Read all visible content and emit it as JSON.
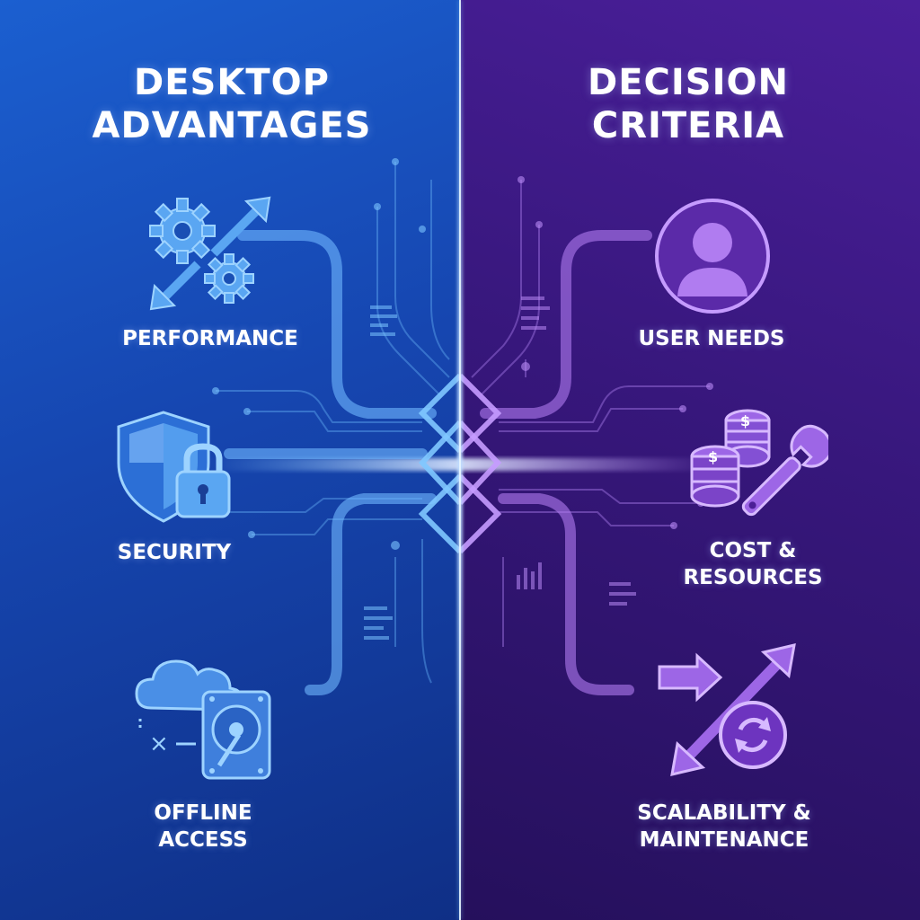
{
  "colors": {
    "left_accent": "#6fb8ff",
    "right_accent": "#b07cf0",
    "left_bg": "#1646b0",
    "right_bg": "#37177c"
  },
  "left": {
    "heading_line1": "DESKTOP",
    "heading_line2": "ADVANTAGES",
    "items": [
      {
        "label": "PERFORMANCE",
        "icon": "gears-arrows-icon"
      },
      {
        "label": "SECURITY",
        "icon": "shield-lock-icon"
      },
      {
        "label_line1": "OFFLINE",
        "label_line2": "ACCESS",
        "icon": "cloud-harddrive-icon"
      }
    ]
  },
  "right": {
    "heading_line1": "DECISION",
    "heading_line2": "CRITERIA",
    "items": [
      {
        "label": "USER NEEDS",
        "icon": "user-icon"
      },
      {
        "label_line1": "COST &",
        "label_line2": "RESOURCES",
        "icon": "coins-wrench-icon"
      },
      {
        "label_line1": "SCALABILITY &",
        "label_line2": "MAINTENANCE",
        "icon": "arrows-refresh-icon"
      }
    ]
  }
}
